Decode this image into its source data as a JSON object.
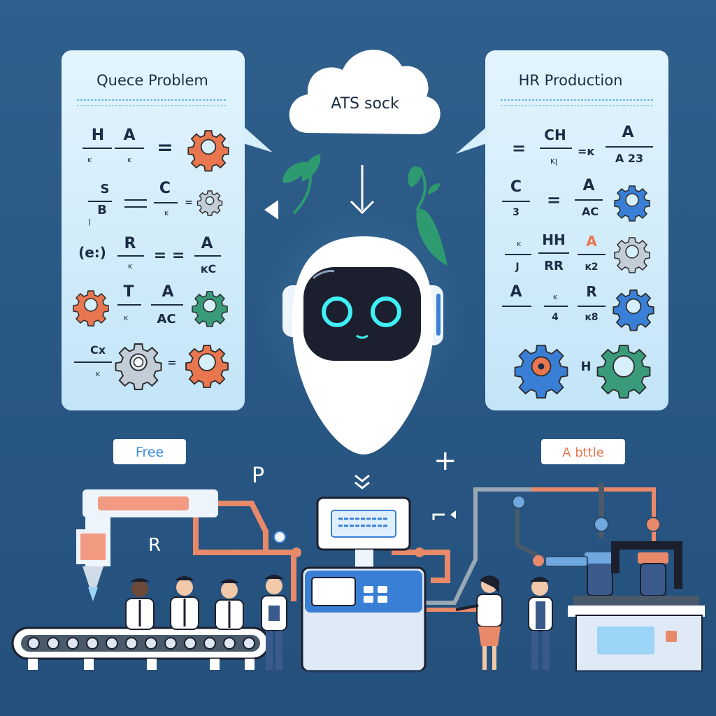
{
  "left_panel": {
    "title": "Quece Problem",
    "equations": [
      {
        "n1": "H",
        "d1": "ĸ",
        "n2": "A",
        "d2": "ĸ",
        "op": "="
      },
      {
        "n1": "S",
        "d1": "B",
        "n2": "C",
        "d2": "ĸ",
        "op": "=",
        "prefix": "ꞁ"
      },
      {
        "prefix": "(e:)",
        "n1": "R",
        "d1": "ĸ",
        "op": "= =",
        "n2": "A",
        "d2": "ĸC"
      },
      {
        "n1": "T",
        "d1": "ĸ",
        "n2": "A",
        "d2": "AC"
      },
      {
        "n1": "Cx",
        "d1": "ĸ",
        "op": "="
      }
    ],
    "badge": "Free"
  },
  "right_panel": {
    "title": "HR Production",
    "equations": [
      {
        "op": "=",
        "n1": "CH",
        "d1": "ĸꞁ",
        "mid": "=ĸ",
        "n2": "A",
        "d2": "A 23"
      },
      {
        "n1": "C",
        "d1": "3",
        "op": "=",
        "n2": "A",
        "d2": "AC"
      },
      {
        "n1": "ĸ",
        "d1": "J",
        "n2": "HH",
        "d2": "RR",
        "n3": "A",
        "d3": "ĸ2"
      },
      {
        "n1": "A",
        "n2": "ĸ",
        "d2": "4",
        "n3": "R",
        "d3": "ĸ8"
      },
      {
        "mid": "H"
      }
    ],
    "badge": "A bttle"
  },
  "cloud": {
    "label": "ATS sock"
  },
  "floating_letters": [
    "P",
    "R",
    "+"
  ],
  "colors": {
    "background": "#2a5a86",
    "panel": "#d7eefb",
    "gear_orange": "#e8764f",
    "gear_green": "#3a9b7a",
    "gear_blue": "#3a7fd6",
    "gear_gray": "#7a8694",
    "robot_face": "#1b1f2e",
    "robot_eye": "#3ff0f5",
    "pipe": "#e8896a"
  },
  "icons": [
    "gear-icon",
    "down-arrow-icon",
    "leaf-icon",
    "robot-icon",
    "conveyor-icon",
    "person-icon",
    "machine-icon"
  ]
}
